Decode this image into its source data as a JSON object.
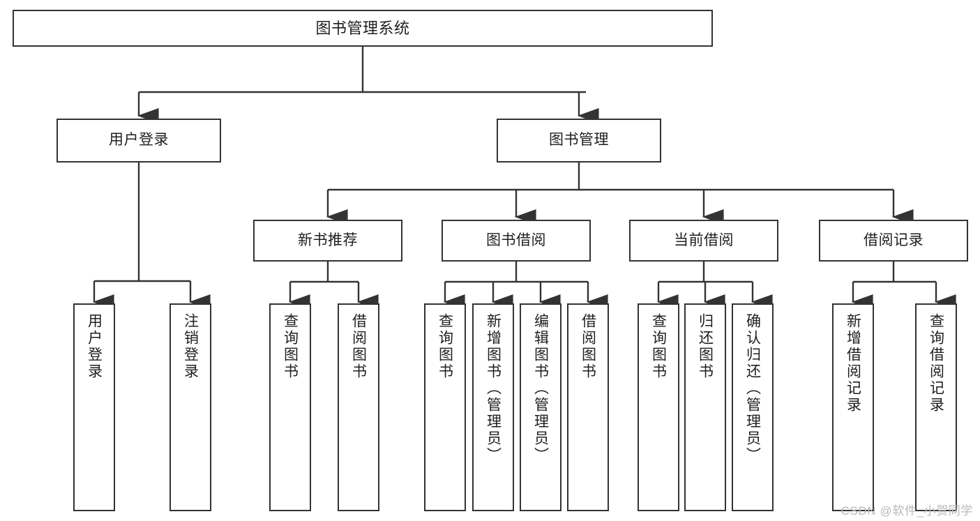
{
  "diagram": {
    "title": "图书管理系统",
    "type": "tree-diagram",
    "root": {
      "label": "图书管理系统"
    },
    "level2": [
      {
        "label": "用户登录"
      },
      {
        "label": "图书管理"
      }
    ],
    "level3": [
      {
        "label": "新书推荐"
      },
      {
        "label": "图书借阅"
      },
      {
        "label": "当前借阅"
      },
      {
        "label": "借阅记录"
      }
    ],
    "leaves": {
      "user_login": [
        {
          "label": "用户登录"
        },
        {
          "label": "注销登录"
        }
      ],
      "new_book_recommend": [
        {
          "label": "查询图书"
        },
        {
          "label": "借阅图书"
        }
      ],
      "book_borrow": [
        {
          "label": "查询图书"
        },
        {
          "label": "新增图书（管理员）"
        },
        {
          "label": "编辑图书（管理员）"
        },
        {
          "label": "借阅图书"
        }
      ],
      "current_borrow": [
        {
          "label": "查询图书"
        },
        {
          "label": "归还图书"
        },
        {
          "label": "确认归还（管理员）"
        }
      ],
      "borrow_record": [
        {
          "label": "新增借阅记录"
        },
        {
          "label": "查询借阅记录"
        }
      ]
    }
  },
  "watermark": {
    "text": "CSDN @软件_小贺同学"
  },
  "colors": {
    "box_border": "#333333",
    "box_fill": "#ffffff",
    "connector": "#333333",
    "text": "#1f1f1f",
    "watermark": "#b9b9b9"
  }
}
